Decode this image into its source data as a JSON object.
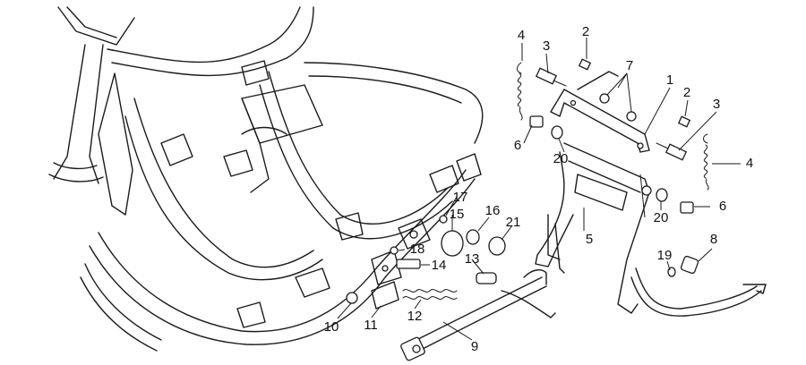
{
  "callouts": [
    {
      "id": "c1",
      "text": "1"
    },
    {
      "id": "c2a",
      "text": "2"
    },
    {
      "id": "c2b",
      "text": "2"
    },
    {
      "id": "c3a",
      "text": "3"
    },
    {
      "id": "c3b",
      "text": "3"
    },
    {
      "id": "c4a",
      "text": "4"
    },
    {
      "id": "c4b",
      "text": "4"
    },
    {
      "id": "c5",
      "text": "5"
    },
    {
      "id": "c6a",
      "text": "6"
    },
    {
      "id": "c6b",
      "text": "6"
    },
    {
      "id": "c7",
      "text": "7"
    },
    {
      "id": "c8",
      "text": "8"
    },
    {
      "id": "c9",
      "text": "9"
    },
    {
      "id": "c10",
      "text": "10"
    },
    {
      "id": "c11",
      "text": "11"
    },
    {
      "id": "c12",
      "text": "12"
    },
    {
      "id": "c13",
      "text": "13"
    },
    {
      "id": "c14",
      "text": "14"
    },
    {
      "id": "c15",
      "text": "15"
    },
    {
      "id": "c16",
      "text": "16"
    },
    {
      "id": "c17",
      "text": "17"
    },
    {
      "id": "c18",
      "text": "18"
    },
    {
      "id": "c19",
      "text": "19"
    },
    {
      "id": "c20a",
      "text": "20"
    },
    {
      "id": "c20b",
      "text": "20"
    },
    {
      "id": "c21",
      "text": "21"
    }
  ]
}
